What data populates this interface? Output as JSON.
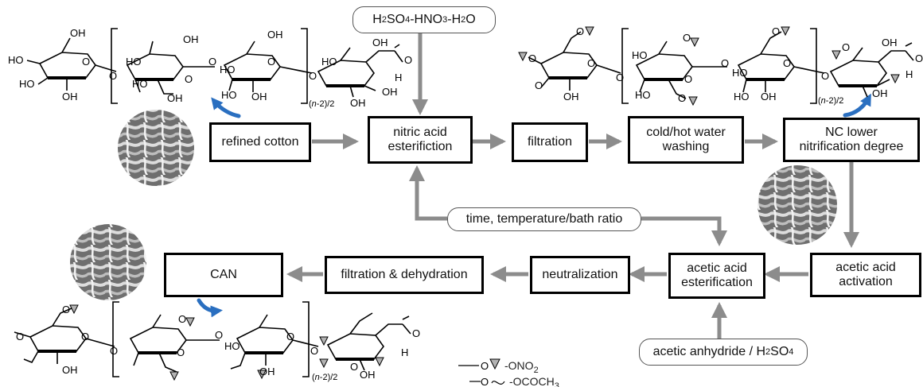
{
  "process": {
    "refined_cotton": "refined cotton",
    "nitric_line1": "nitric acid",
    "nitric_line2": "esterifiction",
    "filtration": "filtration",
    "washing_line1": "cold/hot water",
    "washing_line2": "washing",
    "nc_line1": "NC lower",
    "nc_line2": "nitrification degree",
    "activation_line1": "acetic acid",
    "activation_line2": "activation",
    "acetic_ester_line1": "acetic acid",
    "acetic_ester_line2": "esterification",
    "neutralization": "neutralization",
    "filtration_dehydration": "filtration & dehydration",
    "can": "CAN"
  },
  "reagents": {
    "mixed_acid_a": "H",
    "mixed_acid_a_sub": "2",
    "mixed_acid_b": "SO",
    "mixed_acid_b_sub": "4",
    "mixed_acid_c": "-HNO",
    "mixed_acid_c_sub": "3",
    "mixed_acid_d": "-H",
    "mixed_acid_d_sub": "2",
    "mixed_acid_e": "O",
    "conditions": "time, temperature/bath ratio",
    "anhydride_main": "acetic anhydride / H",
    "anhydride_sub1": "2",
    "anhydride_mid": "SO",
    "anhydride_sub2": "4"
  },
  "legend": {
    "nitrate": "-ONO",
    "nitrate_sub": "2",
    "acetate": "-OCOCH",
    "acetate_sub": "3"
  },
  "structure_labels": {
    "oh": "OH",
    "ho": "HO",
    "o": "O",
    "h": "H",
    "repeat_a": "(",
    "repeat_n": "n",
    "repeat_b": "-2)/2"
  },
  "colors": {
    "arrow_gray": "#8c8c8c",
    "blue_arrow": "#2a6fc0",
    "box_border": "#000000"
  }
}
